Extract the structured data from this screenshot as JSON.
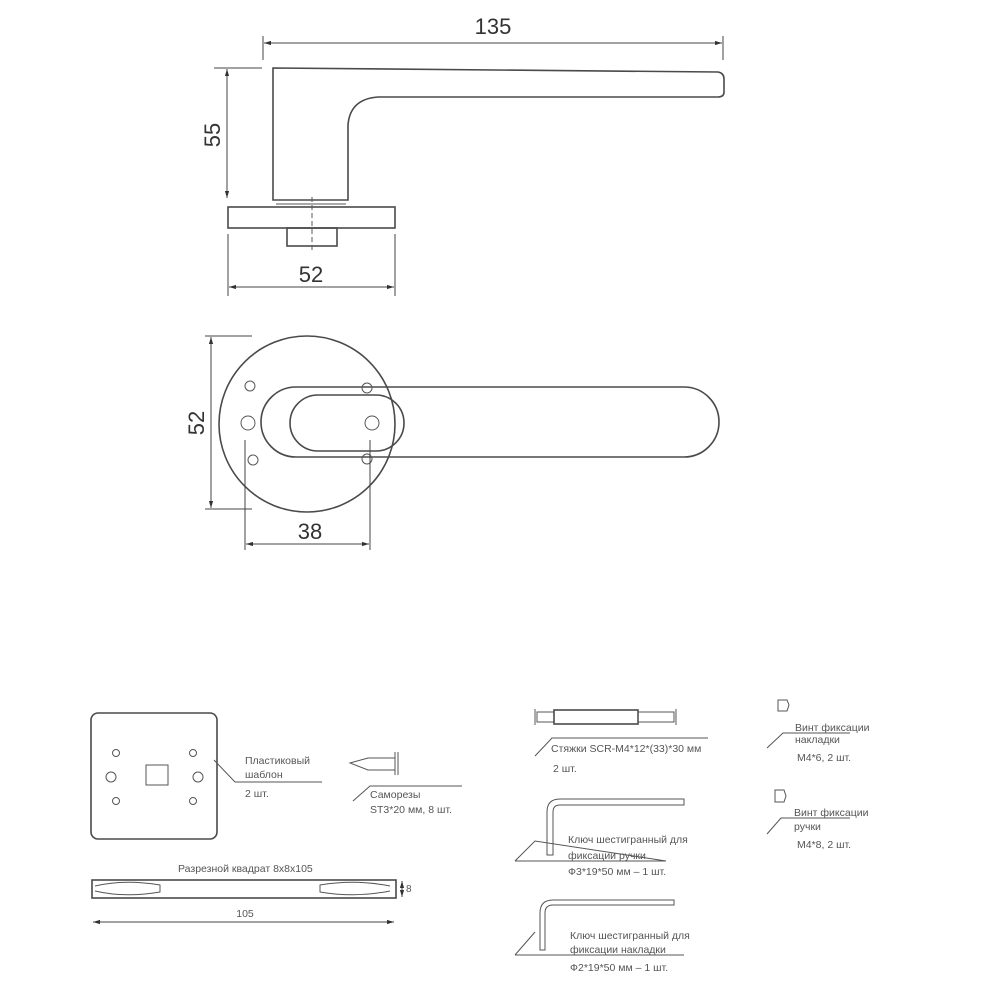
{
  "drawing": {
    "side_view": {
      "dimensions": {
        "length": "135",
        "height": "55",
        "rose_width": "52"
      }
    },
    "top_view": {
      "dimensions": {
        "rose_diameter": "52",
        "hole_spacing": "38"
      }
    },
    "kit": {
      "template": {
        "label_line1": "Пластиковый",
        "label_line2": "шаблон",
        "qty": "2 шт."
      },
      "screws": {
        "label": "Саморезы",
        "spec": "ST3*20 мм, 8 шт."
      },
      "spindle": {
        "label": "Разрезной квадрат 8х8х105",
        "length": "105",
        "thickness": "8"
      },
      "ties": {
        "label": "Стяжки SCR-M4*12*(33)*30 мм",
        "qty": "2 шт."
      },
      "rose_set_screw": {
        "label_line1": "Винт фиксации",
        "label_line2": "накладки",
        "spec": "M4*6, 2 шт."
      },
      "handle_set_screw": {
        "label_line1": "Винт фиксации",
        "label_line2": "ручки",
        "spec": "M4*8, 2 шт."
      },
      "hex_key_handle": {
        "label_line1": "Ключ шестигранный для",
        "label_line2": "фиксации ручки",
        "spec": "Ф3*19*50 мм – 1 шт."
      },
      "hex_key_rose": {
        "label_line1": "Ключ шестигранный для",
        "label_line2": "фиксации накладки",
        "spec": "Ф2*19*50 мм – 1 шт."
      }
    }
  }
}
